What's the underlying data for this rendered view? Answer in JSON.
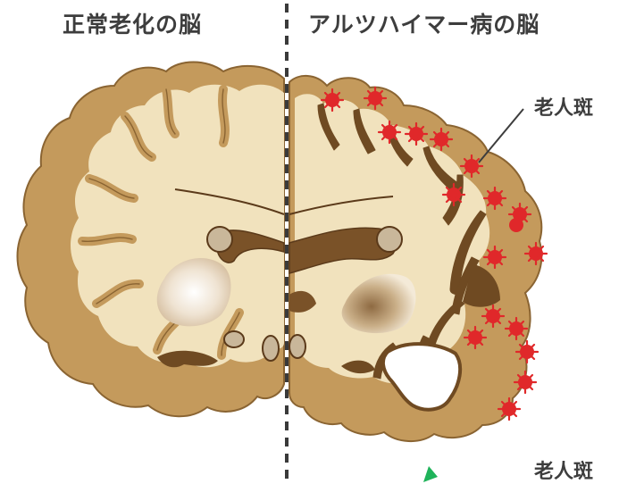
{
  "titles": {
    "left": "正常老化の脳",
    "right": "アルツハイマー病の脳"
  },
  "labels": {
    "plaque_top": "老人斑",
    "plaque_bottom": "老人斑"
  },
  "colors": {
    "cortex": "#c49a5c",
    "white_matter": "#f1e2bd",
    "dark_tissue": "#6f4a22",
    "plaque": "#e0282a",
    "divider": "#3a3a3a",
    "text": "#3d3d3d",
    "arrow": "#1fb35a"
  }
}
